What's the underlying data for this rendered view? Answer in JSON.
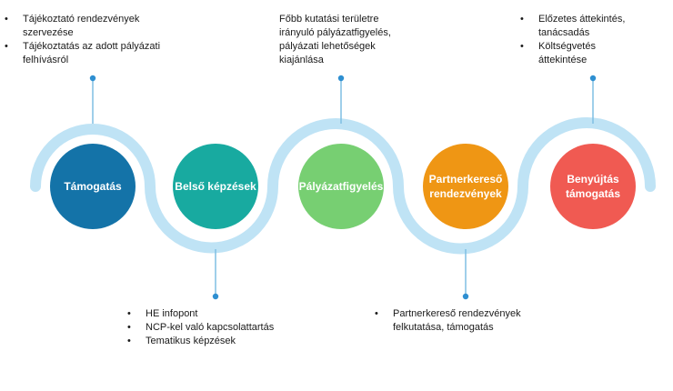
{
  "stages": [
    {
      "label_lines": [
        "Támogatás"
      ],
      "color": "#1473a8"
    },
    {
      "label_lines": [
        "Belső képzések"
      ],
      "color": "#18aaa0"
    },
    {
      "label_lines": [
        "Pályázatfigyelés"
      ],
      "color": "#77cf72"
    },
    {
      "label_lines": [
        "Partnerkereső",
        "rendezvények"
      ],
      "color": "#ef9614"
    },
    {
      "label_lines": [
        "Benyújtás",
        "támogatás"
      ],
      "color": "#f05a52"
    }
  ],
  "notes": [
    {
      "stage": 0,
      "side": "top",
      "bullets": true,
      "items": [
        [
          "Tájékoztató rendezvények",
          "szervezése"
        ],
        [
          "Tájékoztatás az adott pályázati",
          "felhívásról"
        ]
      ]
    },
    {
      "stage": 1,
      "side": "bottom",
      "bullets": true,
      "items": [
        [
          "HE infopont"
        ],
        [
          "NCP-kel való kapcsolattartás"
        ],
        [
          "Tematikus képzések"
        ]
      ]
    },
    {
      "stage": 2,
      "side": "top",
      "bullets": false,
      "items": [
        [
          "Főbb kutatási területre",
          "irányuló pályázatfigyelés,",
          "pályázati lehetőségek",
          "kiajánlása"
        ]
      ]
    },
    {
      "stage": 3,
      "side": "bottom",
      "bullets": true,
      "items": [
        [
          "Partnerkereső rendezvények",
          "felkutatása, támogatás"
        ]
      ]
    },
    {
      "stage": 4,
      "side": "top",
      "bullets": true,
      "items": [
        [
          "Előzetes áttekintés,",
          "tanácsadás"
        ],
        [
          "Költségvetés",
          "áttekintése"
        ]
      ]
    }
  ],
  "colors": {
    "wave": "#bfe3f5",
    "connector": "#7fbfe3",
    "dot": "#2e8fd1"
  }
}
